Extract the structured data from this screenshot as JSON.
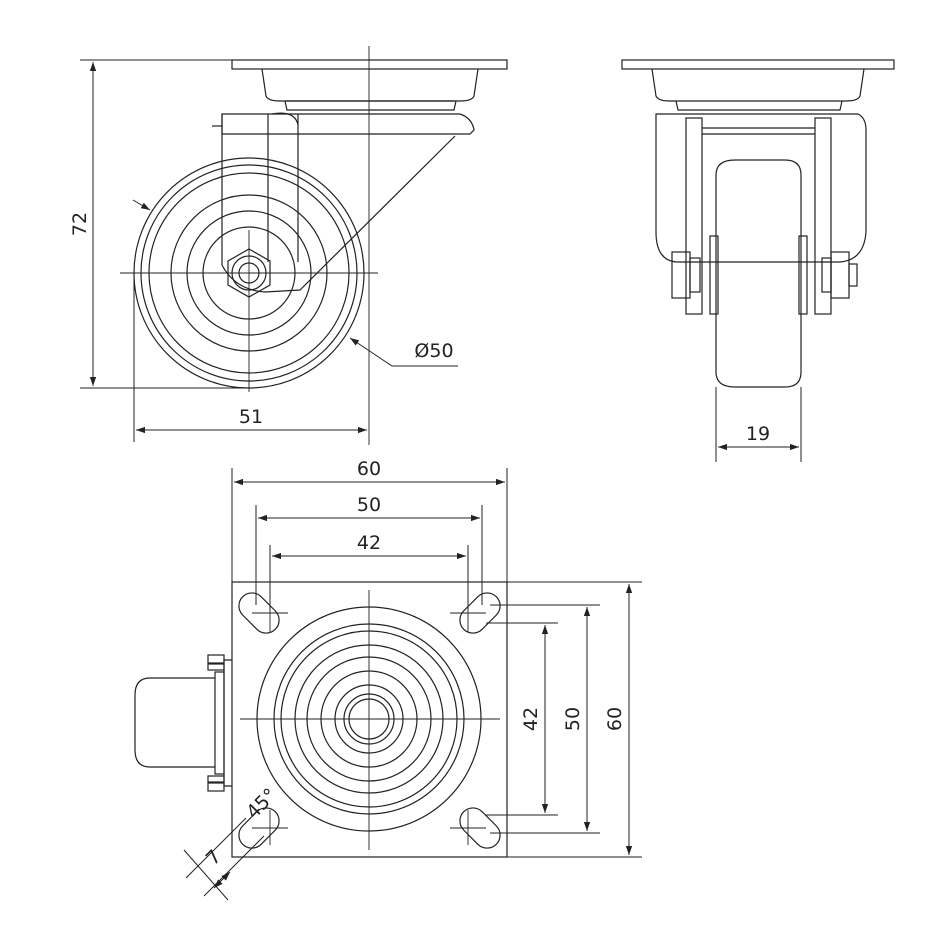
{
  "dimensions": {
    "side_height": "72",
    "side_width": "51",
    "wheel_diameter": "Ø50",
    "wheel_width": "19",
    "plate_width": "60",
    "hole_spacing_outer": "50",
    "hole_spacing_inner": "42",
    "plate_height": "60",
    "hole_vert_outer": "50",
    "hole_vert_inner": "42",
    "slot_width": "7"
  },
  "colors": {
    "line": "#222222",
    "background": "#ffffff"
  }
}
